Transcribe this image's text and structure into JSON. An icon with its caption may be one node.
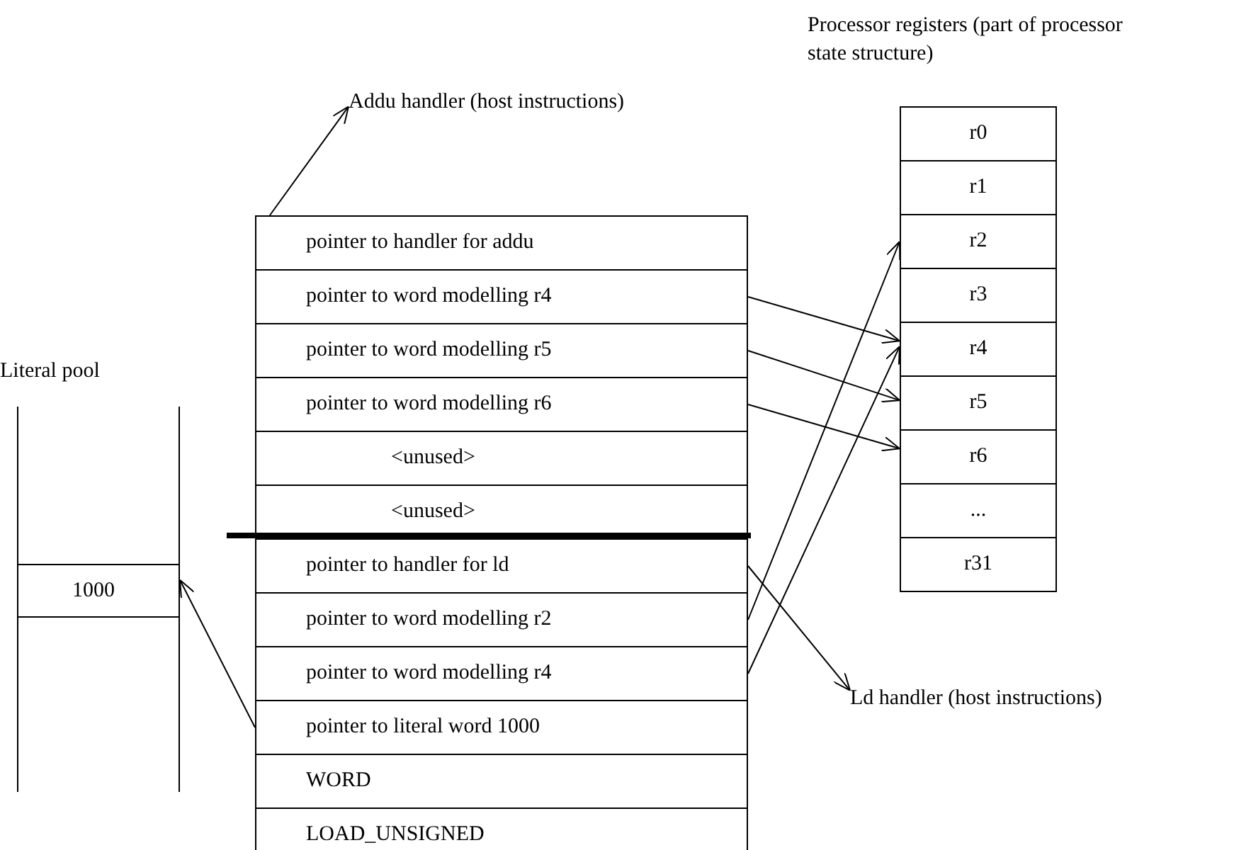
{
  "diagram": {
    "nodes": [
      {
        "text": [
          "Addu handler (host instructions)"
        ]
      },
      {
        "text": [
          "Processor registers (part of processor state structure)"
        ]
      },
      {
        "text": [
          "r0"
        ],
        "in": 1
      },
      {
        "text": [
          "r1"
        ],
        "in": 1
      },
      {
        "text": [
          "r2"
        ],
        "in": 1
      },
      {
        "text": [
          "r3"
        ],
        "in": 1
      },
      {
        "text": [
          "r4"
        ],
        "in": 1
      },
      {
        "text": [
          "r5"
        ],
        "in": 1
      },
      {
        "text": [
          "r6"
        ],
        "in": 1
      },
      {
        "text": [
          "..."
        ],
        "in": 1
      },
      {
        "text": [
          "r31"
        ],
        "in": 1
      },
      {
        "text": [
          "pointer to handler for addu"
        ]
      },
      {
        "text": [
          "pointer to word modelling r4"
        ]
      },
      {
        "text": [
          "pointer to word modelling r5"
        ]
      },
      {
        "text": [
          "pointer to word modelling r6"
        ]
      },
      {
        "text": [
          "<unused>"
        ]
      },
      {
        "text": [
          "<unused>"
        ]
      },
      {
        "text": [
          "pointer to handler for ld"
        ]
      },
      {
        "text": [
          "pointer to word modelling r2"
        ]
      },
      {
        "text": [
          "pointer to word modelling r4"
        ]
      },
      {
        "text": [
          "pointer to literal word 1000"
        ]
      },
      {
        "text": [
          "WORD"
        ]
      },
      {
        "text": [
          "LOAD_UNSIGNED"
        ]
      },
      {
        "text": [
          "Literal pool"
        ]
      },
      {
        "text": [
          "1000"
        ],
        "in": 23
      },
      {
        "text": [
          "Ld handler (host instructions)"
        ]
      }
    ],
    "edges": [
      {
        "from": 11,
        "to": 0,
        "arrow": "to"
      },
      {
        "from": 12,
        "to": 6,
        "arrow": "to"
      },
      {
        "from": 13,
        "to": 7,
        "arrow": "to"
      },
      {
        "from": 14,
        "to": 8,
        "arrow": "to"
      },
      {
        "from": 17,
        "to": 25,
        "arrow": "to"
      },
      {
        "from": 18,
        "to": 4,
        "arrow": "to"
      },
      {
        "from": 19,
        "to": 6,
        "arrow": "to"
      },
      {
        "from": 20,
        "to": 24,
        "arrow": "to"
      }
    ]
  }
}
